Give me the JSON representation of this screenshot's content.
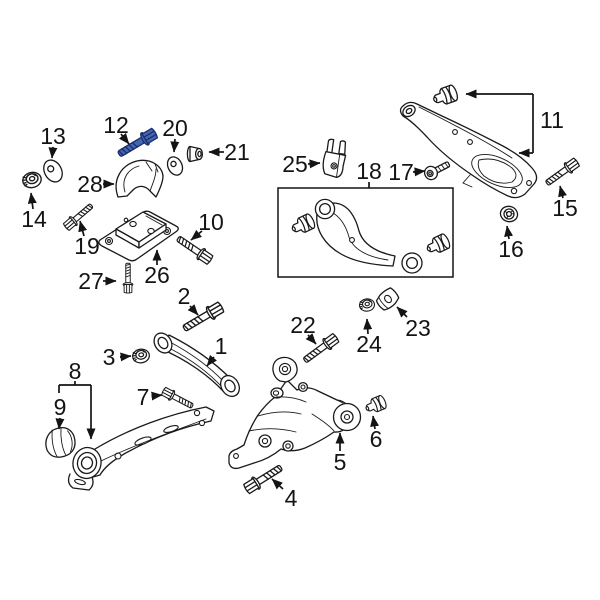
{
  "colors": {
    "highlight_fill": "#4267b2",
    "highlight_stroke": "#1b2d6b",
    "line": "#1a1a1a",
    "background": "#ffffff"
  },
  "highlighted_callout": "12",
  "callouts": {
    "c1": {
      "num": "1",
      "part": "lateral-link"
    },
    "c2": {
      "num": "2",
      "part": "bolt"
    },
    "c3": {
      "num": "3",
      "part": "flange-nut"
    },
    "c4": {
      "num": "4",
      "part": "bolt"
    },
    "c5": {
      "num": "5",
      "part": "knuckle"
    },
    "c6": {
      "num": "6",
      "part": "bushing"
    },
    "c7": {
      "num": "7",
      "part": "bolt"
    },
    "c8": {
      "num": "8",
      "part": "trailing-arm"
    },
    "c9": {
      "num": "9",
      "part": "bushing"
    },
    "c10": {
      "num": "10",
      "part": "bolt"
    },
    "c11": {
      "num": "11",
      "part": "lower-control-arm"
    },
    "c12": {
      "num": "12",
      "part": "bolt-highlighted"
    },
    "c13": {
      "num": "13",
      "part": "washer"
    },
    "c14": {
      "num": "14",
      "part": "flange-nut"
    },
    "c15": {
      "num": "15",
      "part": "bolt"
    },
    "c16": {
      "num": "16",
      "part": "lock-nut"
    },
    "c17": {
      "num": "17",
      "part": "socket-bolt"
    },
    "c18": {
      "num": "18",
      "part": "upper-control-arm-assembly"
    },
    "c19": {
      "num": "19",
      "part": "bolt"
    },
    "c20": {
      "num": "20",
      "part": "washer"
    },
    "c21": {
      "num": "21",
      "part": "flange-nut"
    },
    "c22": {
      "num": "22",
      "part": "bolt"
    },
    "c23": {
      "num": "23",
      "part": "retainer-clip"
    },
    "c24": {
      "num": "24",
      "part": "flange-nut"
    },
    "c25": {
      "num": "25",
      "part": "bracket"
    },
    "c26": {
      "num": "26",
      "part": "mount-bracket"
    },
    "c27": {
      "num": "27",
      "part": "bolt"
    },
    "c28": {
      "num": "28",
      "part": "cover"
    }
  }
}
